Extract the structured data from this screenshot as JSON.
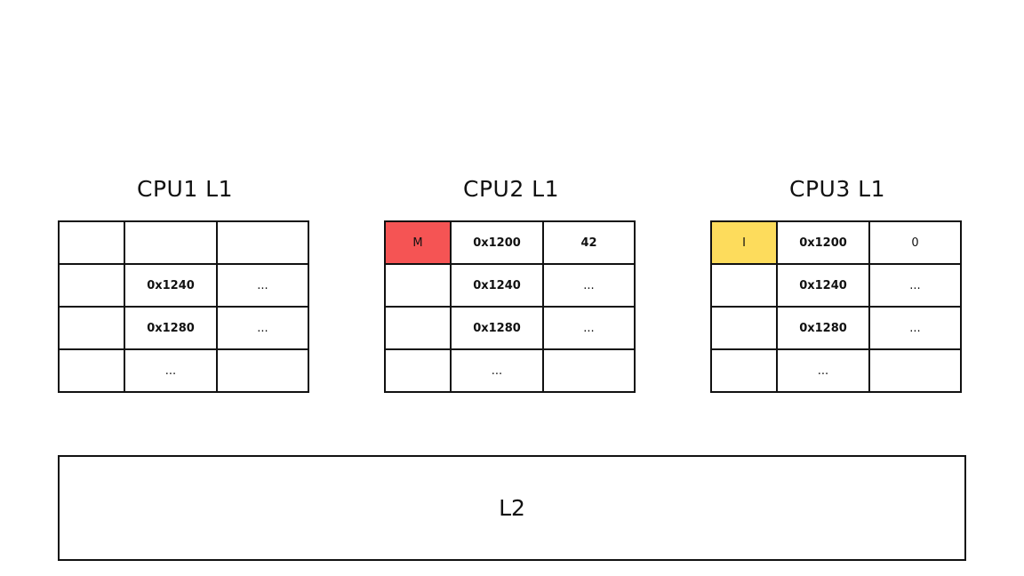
{
  "caches": [
    {
      "title": "CPU1 L1",
      "rows": [
        {
          "state": "",
          "state_color": "",
          "addr": "",
          "value": ""
        },
        {
          "state": "",
          "state_color": "",
          "addr": "0x1240",
          "value": "..."
        },
        {
          "state": "",
          "state_color": "",
          "addr": "0x1280",
          "value": "..."
        },
        {
          "state": "",
          "state_color": "",
          "addr": "...",
          "value": ""
        }
      ]
    },
    {
      "title": "CPU2 L1",
      "rows": [
        {
          "state": "M",
          "state_color": "#f55454",
          "addr": "0x1200",
          "value": "42"
        },
        {
          "state": "",
          "state_color": "",
          "addr": "0x1240",
          "value": "..."
        },
        {
          "state": "",
          "state_color": "",
          "addr": "0x1280",
          "value": "..."
        },
        {
          "state": "",
          "state_color": "",
          "addr": "...",
          "value": ""
        }
      ]
    },
    {
      "title": "CPU3 L1",
      "rows": [
        {
          "state": "I",
          "state_color": "#fddc5c",
          "addr": "0x1200",
          "value": "0"
        },
        {
          "state": "",
          "state_color": "",
          "addr": "0x1240",
          "value": "..."
        },
        {
          "state": "",
          "state_color": "",
          "addr": "0x1280",
          "value": "..."
        },
        {
          "state": "",
          "state_color": "",
          "addr": "...",
          "value": ""
        }
      ]
    }
  ],
  "l2": {
    "label": "L2"
  }
}
